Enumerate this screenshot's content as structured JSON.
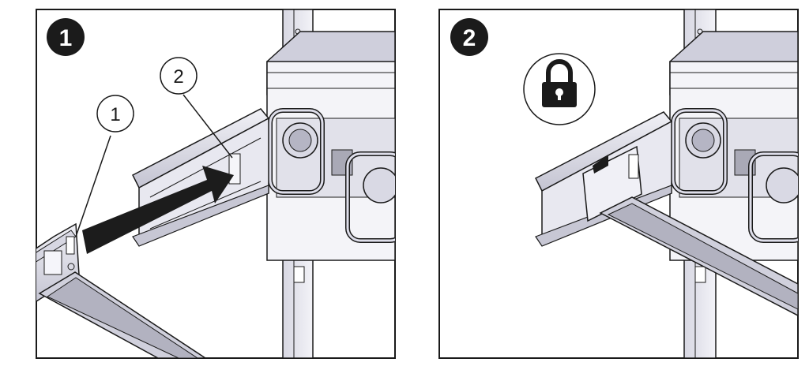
{
  "steps": [
    {
      "badge": "1",
      "callouts": [
        {
          "label": "1",
          "target": "cable-connector"
        },
        {
          "label": "2",
          "target": "slide-rail-tab"
        }
      ],
      "arrow": "insert-direction"
    },
    {
      "badge": "2",
      "icon": "padlock-locked-icon"
    }
  ],
  "colors": {
    "line": "#1a1a1a",
    "metal_light": "#e6e6ef",
    "metal_mid": "#c9c9d6",
    "metal_dark": "#a7a7b5",
    "arrow": "#1c1c1c",
    "badge_fill": "#1b1b1b"
  }
}
